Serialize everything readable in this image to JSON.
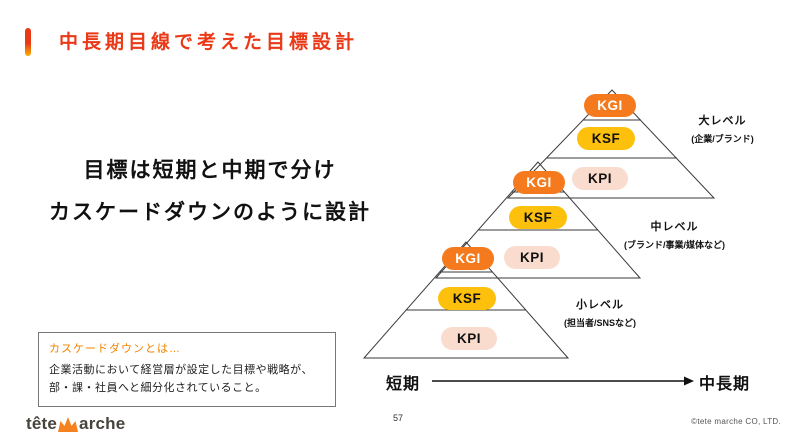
{
  "slide": {
    "title": "中長期目線で考えた目標設計",
    "heading": {
      "line1": "目標は短期と中期で分け",
      "line2": "カスケードダウンのように設計"
    },
    "note_box": {
      "title": "カスケードダウンとは…",
      "body_line1": "企業活動において経営層が設定した目標や戦略が、",
      "body_line2": "部・課・社員へと細分化されていること。"
    },
    "timeline": {
      "left_label": "短期",
      "right_label": "中長期"
    },
    "footer": {
      "page_number": "57",
      "copyright": "©tete marche CO, LTD.",
      "logo": {
        "prefix": "tête",
        "suffix": "arche",
        "mark": "orange-crown-m"
      }
    }
  },
  "pyramids": [
    {
      "level_label": "大レベル",
      "scope_label": "(企業/ブランド)",
      "kgi": "KGI",
      "ksf": "KSF",
      "kpi": "KPI"
    },
    {
      "level_label": "中レベル",
      "scope_label": "(ブランド/事業/媒体など)",
      "kgi": "KGI",
      "ksf": "KSF",
      "kpi": "KPI"
    },
    {
      "level_label": "小レベル",
      "scope_label": "(担当者/SNSなど)",
      "kgi": "KGI",
      "ksf": "KSF",
      "kpi": "KPI"
    }
  ],
  "colors": {
    "title": "#ea3917",
    "accent_bar_top": "#ea3917",
    "accent_bar_bottom": "#f9b000",
    "kgi_fill": "#f57a1d",
    "ksf_fill": "#fdc10d",
    "kpi_fill": "#fadcce",
    "note_title": "#f08300",
    "logo_mark": "#f5821f"
  }
}
